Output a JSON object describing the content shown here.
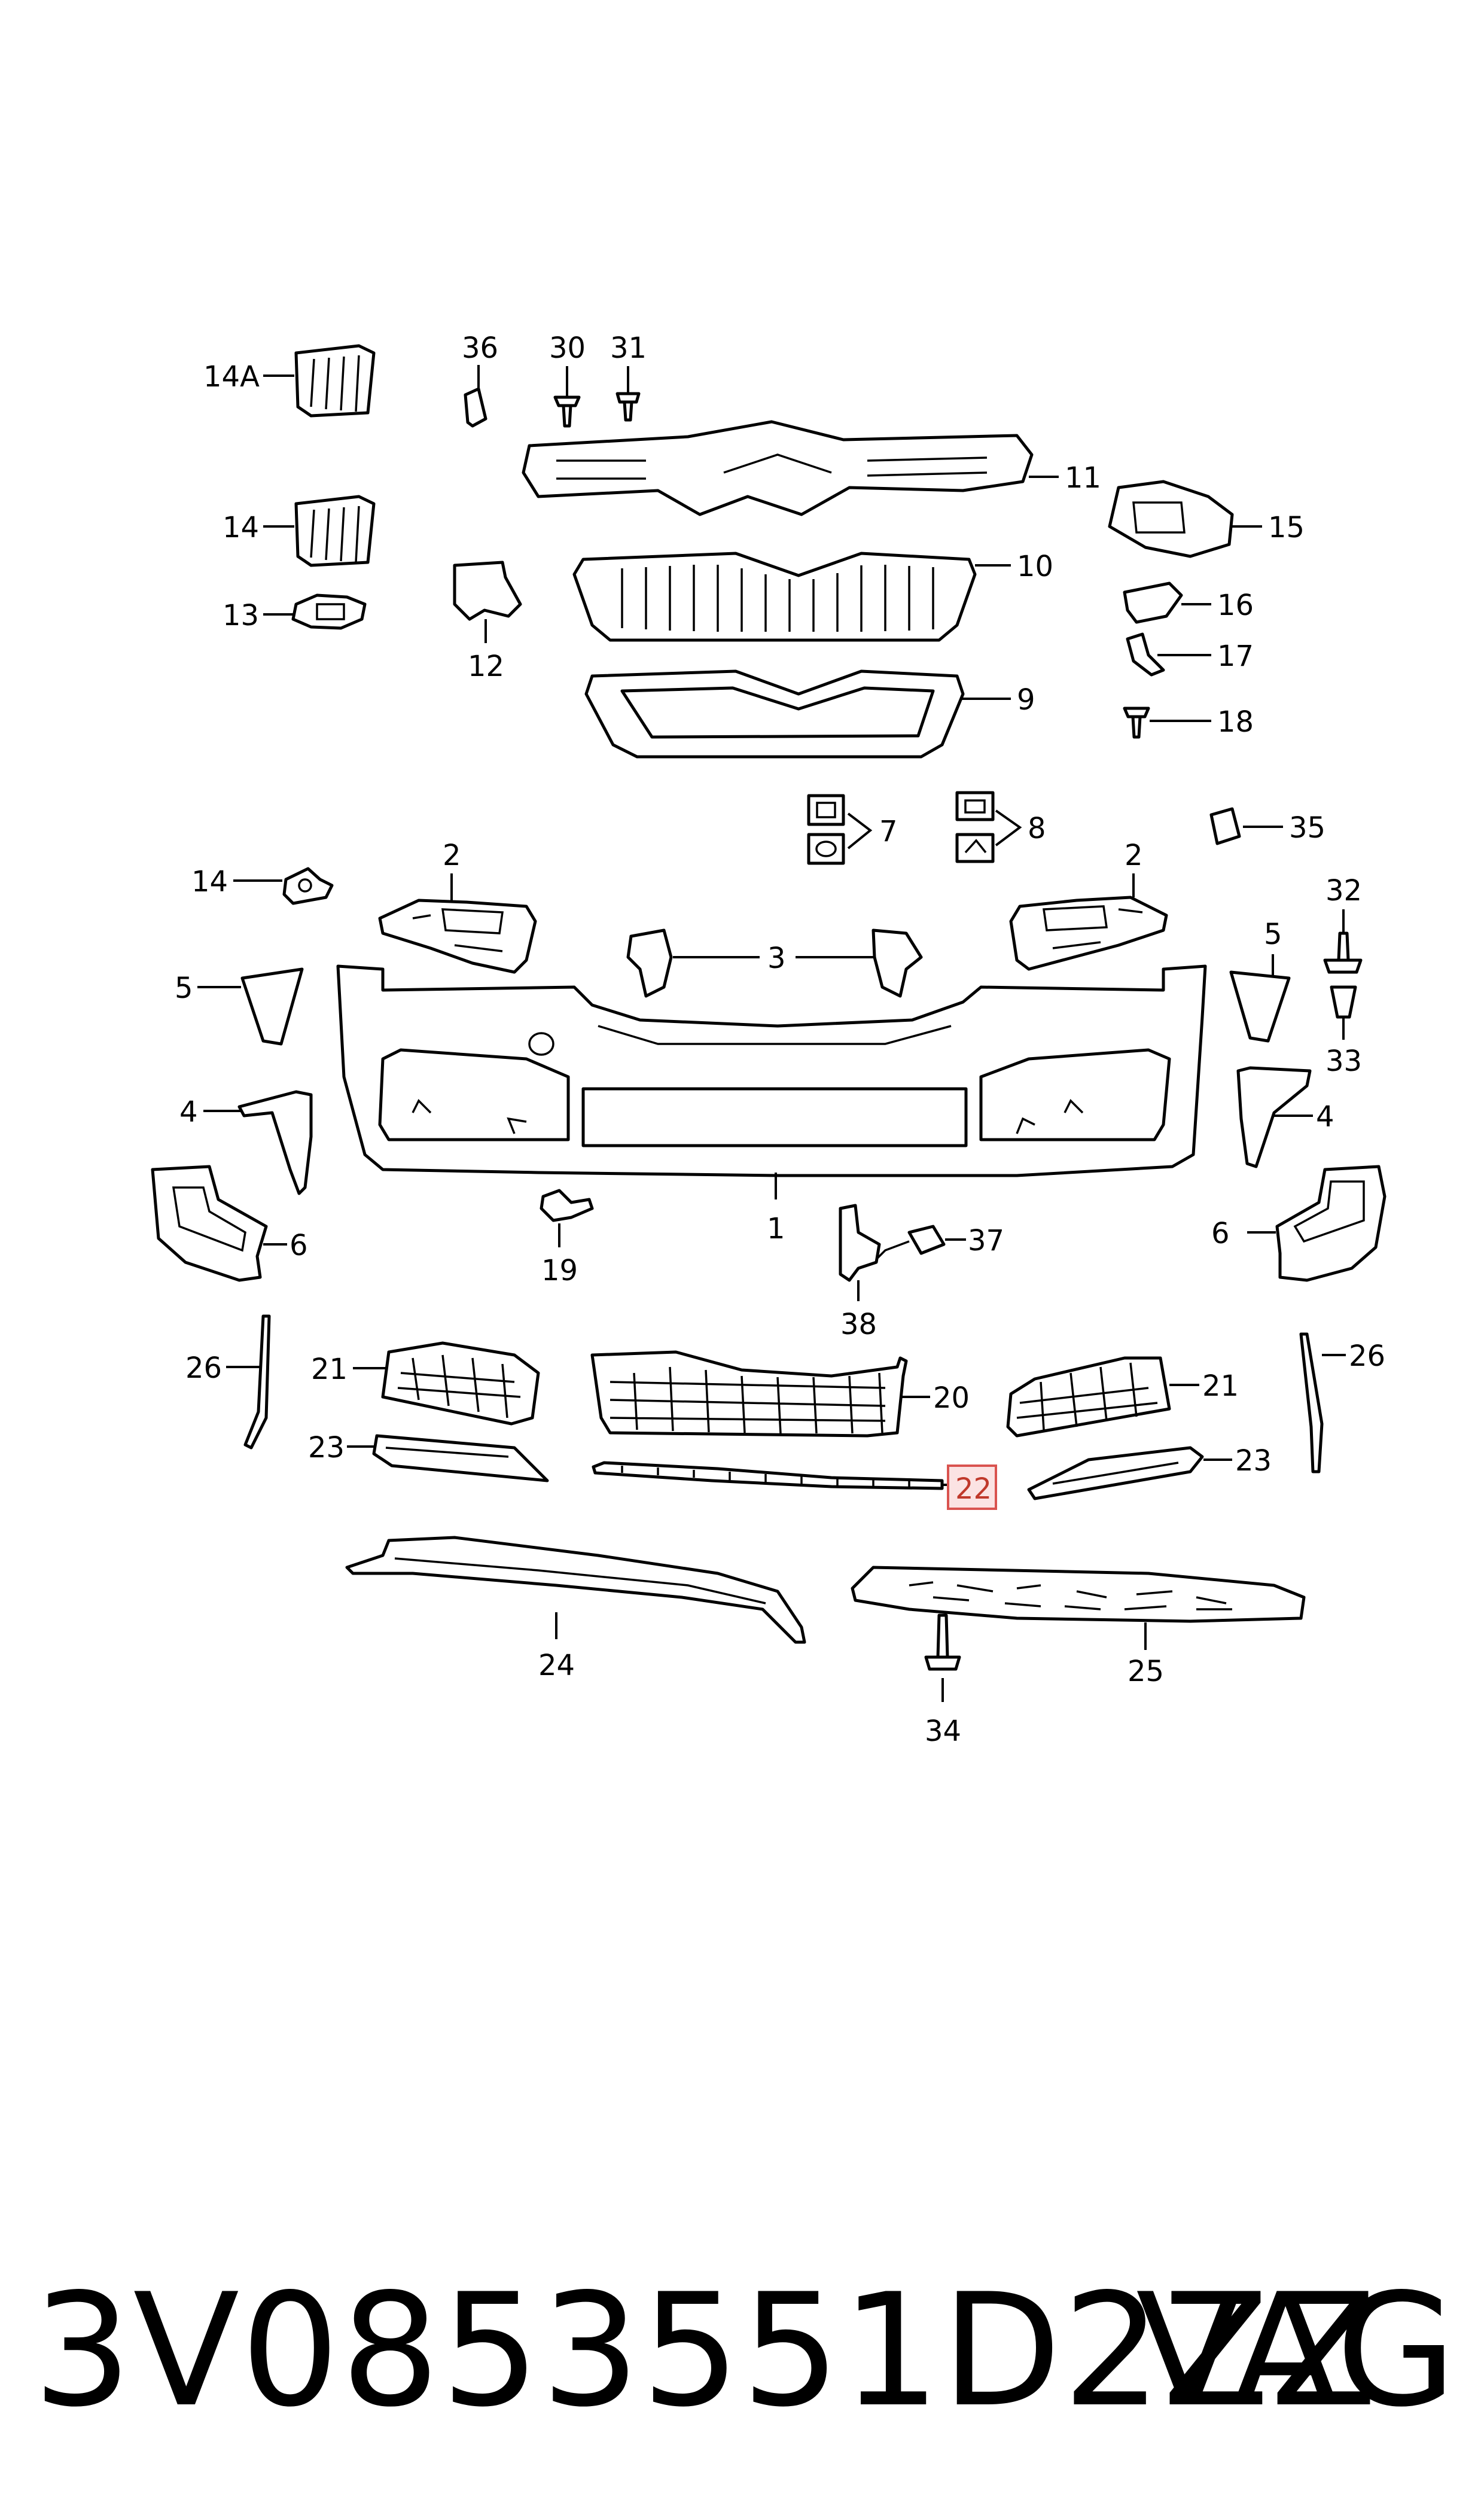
{
  "diagram": {
    "labels": {
      "l1": "1",
      "l2a": "2",
      "l2b": "2",
      "l3": "3",
      "l4a": "4",
      "l4b": "4",
      "l5a": "5",
      "l5b": "5",
      "l6a": "6",
      "l6b": "6",
      "l7": "7",
      "l8": "8",
      "l9": "9",
      "l10": "10",
      "l11": "11",
      "l12": "12",
      "l13": "13",
      "l14": "14",
      "l14b": "14",
      "l14a": "14A",
      "l15": "15",
      "l16": "16",
      "l17": "17",
      "l18": "18",
      "l19": "19",
      "l20": "20",
      "l21a": "21",
      "l21b": "21",
      "l22": "22",
      "l23a": "23",
      "l23b": "23",
      "l24": "24",
      "l25": "25",
      "l26a": "26",
      "l26b": "26",
      "l30": "30",
      "l31": "31",
      "l32": "32",
      "l33": "33",
      "l34": "34",
      "l35": "35",
      "l36": "36",
      "l37": "37",
      "l38": "38"
    },
    "highlight_color": "#d9534f",
    "highlight_fill": "#fbe3e3"
  },
  "footer": {
    "part_number": "3V0853551D2ZZ",
    "brand": "VAG"
  }
}
